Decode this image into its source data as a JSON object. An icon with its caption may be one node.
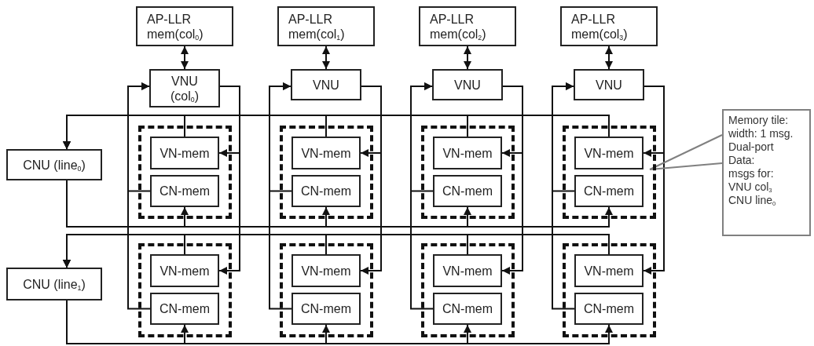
{
  "diagram": {
    "nodes": [
      {
        "text": [
          "AP-LLR mem(col$_{0}$)"
        ]
      },
      {
        "text": [
          "AP-LLR mem(col$_{1}$)"
        ]
      },
      {
        "text": [
          "AP-LLR mem(col$_{2}$)"
        ]
      },
      {
        "text": [
          "AP-LLR mem(col$_{3}$)"
        ]
      },
      {
        "text": [
          "VNU (col$_{0}$)"
        ]
      },
      {
        "text": [
          "VNU"
        ]
      },
      {
        "text": [
          "VNU"
        ]
      },
      {
        "text": [
          "VNU"
        ]
      },
      {
        "text": [
          "CNU (line$_{0}$)"
        ]
      },
      {
        "text": [
          "CNU (line$_{1}$)"
        ]
      },
      {
        "text": [],
        "shape": "box"
      },
      {
        "text": [
          "VN-mem"
        ],
        "in": 10
      },
      {
        "text": [
          "CN-mem"
        ],
        "in": 10
      },
      {
        "text": [],
        "shape": "box"
      },
      {
        "text": [
          "VN-mem"
        ],
        "in": 13
      },
      {
        "text": [
          "CN-mem"
        ],
        "in": 13
      },
      {
        "text": [],
        "shape": "box"
      },
      {
        "text": [
          "VN-mem"
        ],
        "in": 16
      },
      {
        "text": [
          "CN-mem"
        ],
        "in": 16
      },
      {
        "text": [],
        "shape": "box"
      },
      {
        "text": [
          "VN-mem"
        ],
        "in": 19
      },
      {
        "text": [
          "CN-mem"
        ],
        "in": 19
      },
      {
        "text": [],
        "shape": "box"
      },
      {
        "text": [
          "VN-mem"
        ],
        "in": 22
      },
      {
        "text": [
          "CN-mem"
        ],
        "in": 22
      },
      {
        "text": [],
        "shape": "box"
      },
      {
        "text": [
          "VN-mem"
        ],
        "in": 25
      },
      {
        "text": [
          "CN-mem"
        ],
        "in": 25
      },
      {
        "text": [],
        "shape": "box"
      },
      {
        "text": [
          "VN-mem"
        ],
        "in": 28
      },
      {
        "text": [
          "CN-mem"
        ],
        "in": 28
      },
      {
        "text": [],
        "shape": "box"
      },
      {
        "text": [
          "VN-mem"
        ],
        "in": 31
      },
      {
        "text": [
          "CN-mem"
        ],
        "in": 31
      },
      {
        "text": [
          "Memory tile:",
          "width: 1 msg.",
          "Dual-port",
          "Data:",
          "msgs for:",
          "VNU col$_{3}$",
          "CNU line$_{0}$"
        ]
      }
    ],
    "edges": [
      {
        "from": 0,
        "to": 4,
        "arrow": "both"
      },
      {
        "from": 1,
        "to": 5,
        "arrow": "both"
      },
      {
        "from": 2,
        "to": 6,
        "arrow": "both"
      },
      {
        "from": 3,
        "to": 7,
        "arrow": "both"
      },
      {
        "from": 12,
        "to": 4,
        "arrow": "to"
      },
      {
        "from": 24,
        "to": 4,
        "arrow": "to"
      },
      {
        "from": 15,
        "to": 5,
        "arrow": "to"
      },
      {
        "from": 27,
        "to": 5,
        "arrow": "to"
      },
      {
        "from": 18,
        "to": 6,
        "arrow": "to"
      },
      {
        "from": 30,
        "to": 6,
        "arrow": "to"
      },
      {
        "from": 21,
        "to": 7,
        "arrow": "to"
      },
      {
        "from": 33,
        "to": 7,
        "arrow": "to"
      },
      {
        "from": 4,
        "to": 11,
        "arrow": "to"
      },
      {
        "from": 4,
        "to": 23,
        "arrow": "to"
      },
      {
        "from": 5,
        "to": 14,
        "arrow": "to"
      },
      {
        "from": 5,
        "to": 26,
        "arrow": "to"
      },
      {
        "from": 6,
        "to": 17,
        "arrow": "to"
      },
      {
        "from": 6,
        "to": 29,
        "arrow": "to"
      },
      {
        "from": 7,
        "to": 20,
        "arrow": "to"
      },
      {
        "from": 7,
        "to": 32,
        "arrow": "to"
      },
      {
        "from": 11,
        "to": 8,
        "arrow": "to"
      },
      {
        "from": 14,
        "to": 8,
        "arrow": "to"
      },
      {
        "from": 17,
        "to": 8,
        "arrow": "to"
      },
      {
        "from": 20,
        "to": 8,
        "arrow": "to"
      },
      {
        "from": 23,
        "to": 9,
        "arrow": "to"
      },
      {
        "from": 26,
        "to": 9,
        "arrow": "to"
      },
      {
        "from": 29,
        "to": 9,
        "arrow": "to"
      },
      {
        "from": 32,
        "to": 9,
        "arrow": "to"
      },
      {
        "from": 8,
        "to": 12,
        "arrow": "to"
      },
      {
        "from": 8,
        "to": 15,
        "arrow": "to"
      },
      {
        "from": 8,
        "to": 18,
        "arrow": "to"
      },
      {
        "from": 8,
        "to": 21,
        "arrow": "to"
      },
      {
        "from": 9,
        "to": 24,
        "arrow": "to"
      },
      {
        "from": 9,
        "to": 27,
        "arrow": "to"
      },
      {
        "from": 9,
        "to": 30,
        "arrow": "to"
      },
      {
        "from": 9,
        "to": 33,
        "arrow": "to"
      },
      {
        "from": 34,
        "to": 19,
        "arrow": "none",
        "color": "#808080"
      }
    ]
  }
}
